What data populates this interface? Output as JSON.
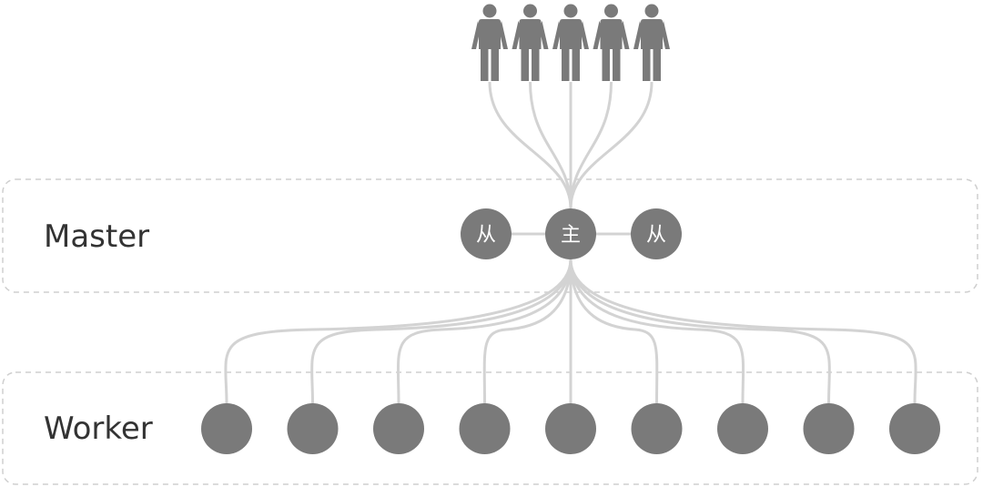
{
  "layers": {
    "master_label": "Master",
    "worker_label": "Worker"
  },
  "master": {
    "primary_label": "主",
    "replica_left_label": "从",
    "replica_right_label": "从"
  },
  "users": {
    "count": 5
  },
  "workers": {
    "count": 9
  },
  "colors": {
    "node": "#7a7a7a",
    "edge": "#d3d3d3",
    "layer_border": "#cfcfcf",
    "label_text": "#333333",
    "node_text": "#ffffff"
  }
}
